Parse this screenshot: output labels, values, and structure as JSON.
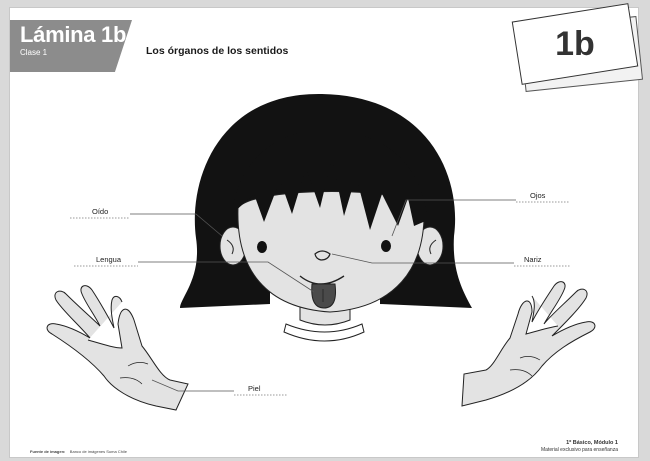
{
  "header": {
    "tab_title": "Lámina 1b",
    "tab_subtitle": "Clase 1",
    "title": "Los órganos de los sentidos"
  },
  "card": {
    "label": "1b"
  },
  "labels": {
    "oido": "Oído",
    "lengua": "Lengua",
    "ojos": "Ojos",
    "nariz": "Nariz",
    "piel": "Piel"
  },
  "footer": {
    "source_label": "Fuente de imagen:",
    "source_value": "Banco de imágenes Suma Chile",
    "course": "1º Básico, Módulo 1",
    "note": "Material exclusivo para enseñanza"
  },
  "colors": {
    "hair": "#121212",
    "skin": "#e3e3e3",
    "tab": "#8c8c8c"
  }
}
